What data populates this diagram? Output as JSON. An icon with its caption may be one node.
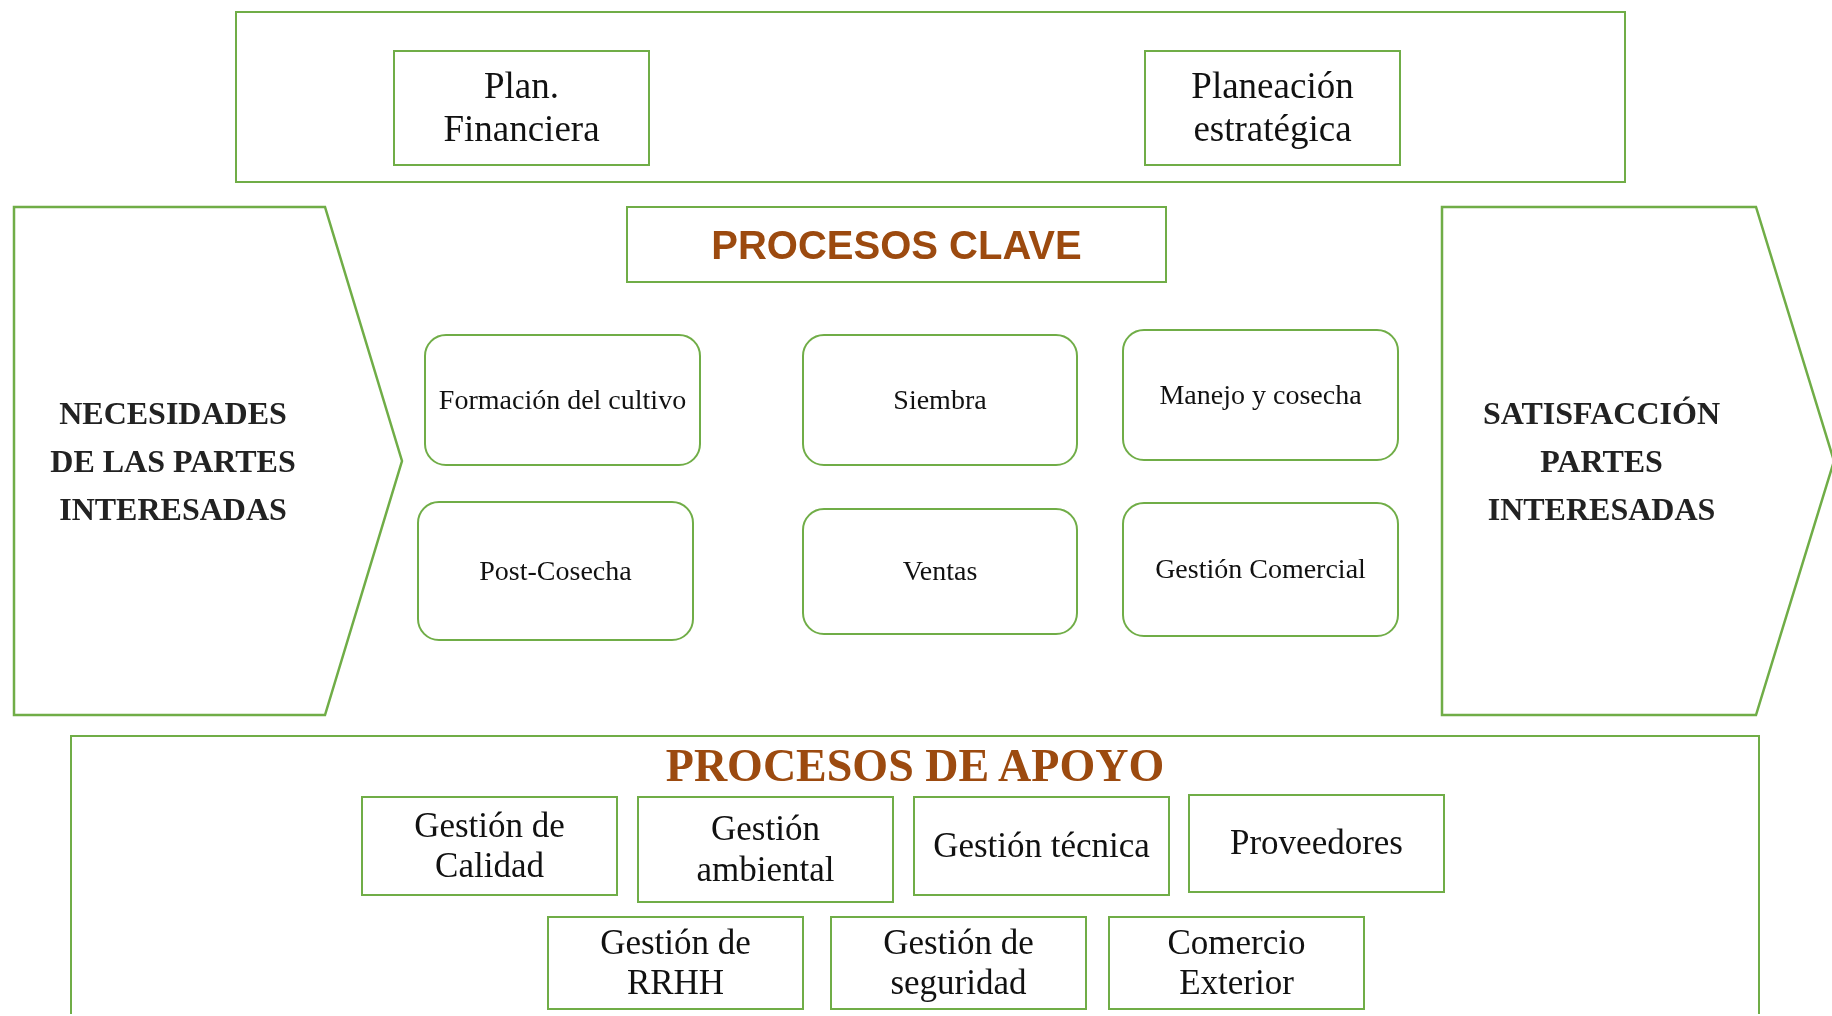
{
  "diagram": {
    "nodes": [
      {
        "text": [],
        "shape": "box"
      },
      {
        "text": [
          "Plan. Financiera"
        ],
        "in": 0
      },
      {
        "text": [
          "Planeación estratégica"
        ],
        "in": 0
      },
      {
        "text": [
          "NECESIDADES DE LAS PARTES INTERESADAS"
        ]
      },
      {
        "text": [
          "PROCESOS CLAVE"
        ]
      },
      {
        "text": [
          "Formación del cultivo"
        ]
      },
      {
        "text": [
          "Siembra"
        ]
      },
      {
        "text": [
          "Manejo y cosecha"
        ]
      },
      {
        "text": [
          "Post-Cosecha"
        ]
      },
      {
        "text": [
          "Ventas"
        ]
      },
      {
        "text": [
          "Gestión Comercial"
        ]
      },
      {
        "text": [
          "SATISFACCIÓN PARTES INTERESADAS"
        ]
      },
      {
        "text": [
          "PROCESOS DE APOYO"
        ]
      },
      {
        "text": [
          "Gestión de Calidad"
        ],
        "in": 12
      },
      {
        "text": [
          "Gestión ambiental"
        ],
        "in": 12
      },
      {
        "text": [
          "Gestión técnica"
        ],
        "in": 12
      },
      {
        "text": [
          "Proveedores"
        ],
        "in": 12
      },
      {
        "text": [
          "Gestión de RRHH"
        ],
        "in": 12
      },
      {
        "text": [
          "Gestión de seguridad"
        ],
        "in": 12
      },
      {
        "text": [
          "Comercio Exterior"
        ],
        "in": 12
      }
    ]
  }
}
